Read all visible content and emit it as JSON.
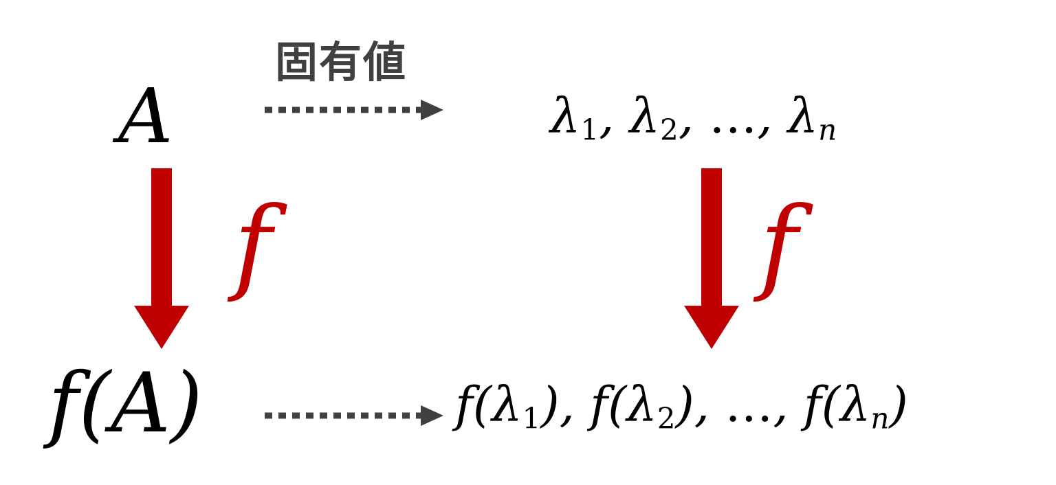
{
  "labels": {
    "eigenvalue": "固有値",
    "matrix": "A",
    "f_left": "f",
    "f_right": "f",
    "f_of_matrix": "f(A)"
  },
  "eigenvalues": {
    "symbol": "λ",
    "subs": [
      "1",
      "2",
      "n"
    ],
    "sep": ", ",
    "ellipsis": "…"
  },
  "colors": {
    "arrow_red": "#c00000",
    "dotted": "#404040"
  }
}
